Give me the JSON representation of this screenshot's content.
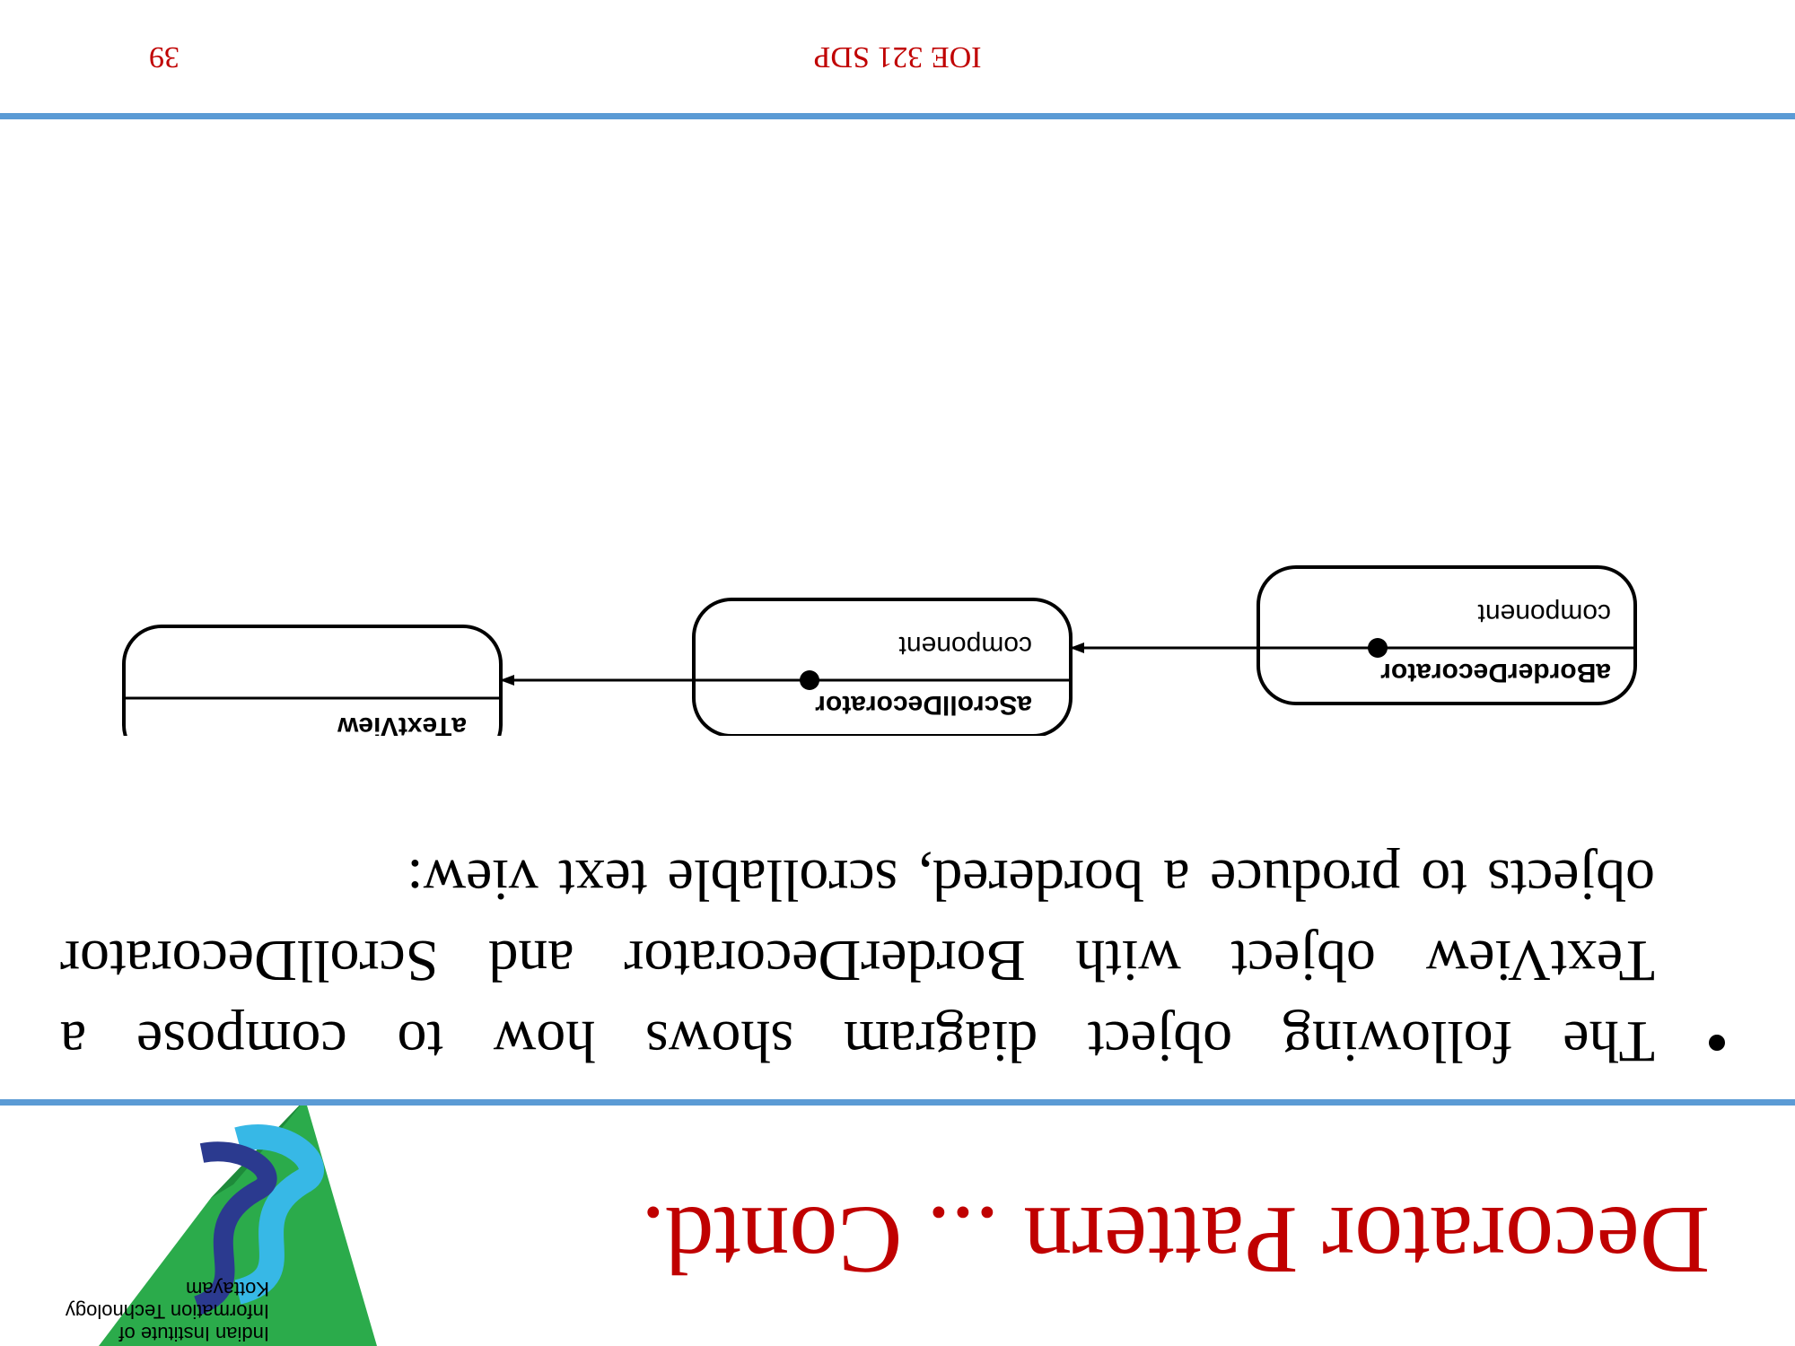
{
  "slide": {
    "title": "Decorator Pattern ... Contd.",
    "rotation_degrees": 180,
    "title_color": "#c00000",
    "rule_color": "#5b9bd5"
  },
  "logo": {
    "name": "iiit-kottayam-logo",
    "lines": [
      "Indian Institute of",
      "Information Technology",
      "Kottayam"
    ]
  },
  "body": {
    "bullet": "The following object diagram shows how to compose a TextView object with BorderDecorator and ScrollDecorator objects to produce a bordered, scrollable text view:"
  },
  "diagram": {
    "nodes": [
      {
        "id": "aBorderDecorator",
        "name": "aBorderDecorator",
        "field": "component"
      },
      {
        "id": "aScrollDecorator",
        "name": "aScrollDecorator",
        "field": "component"
      },
      {
        "id": "aTextView",
        "name": "aTextView",
        "field": ""
      }
    ],
    "edges": [
      {
        "from": "aBorderDecorator",
        "to": "aScrollDecorator",
        "label": "component"
      },
      {
        "from": "aScrollDecorator",
        "to": "aTextView",
        "label": "component"
      }
    ]
  },
  "footer": {
    "course": "IOE 321 SDP",
    "page_number": "39"
  }
}
